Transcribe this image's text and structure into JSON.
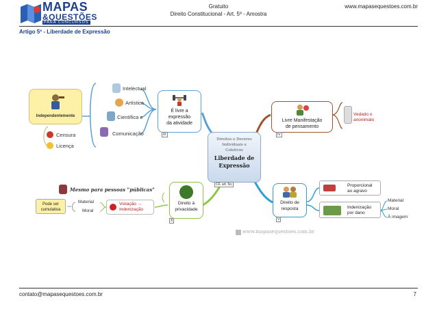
{
  "header": {
    "logo_main": "MAPAS",
    "logo_second": "&QUESTÕES",
    "logo_tagline": "PARA CONCURSOS",
    "badge": "Gratuito",
    "subtitle": "Direito Constitucional - Art. 5º - Amostra",
    "website": "www.mapasequestoes.com.br"
  },
  "section_title": "Artigo 5º - Liberdade de Expressão",
  "center": {
    "line1": "Direitos e Deveres",
    "line2": "Individuais e",
    "line3": "Coletivos",
    "title1": "Liberdade de",
    "title2": "Expressão",
    "tag": "CF, art. 5o."
  },
  "independente": {
    "label": "Independentemente",
    "censura": "Censura",
    "licenca": "Licença"
  },
  "livre": {
    "line1": "É livre a",
    "line2": "expressão",
    "line3": "da atividade",
    "tag": "IX",
    "items": [
      "Intelectual",
      "Artística",
      "Científica e",
      "Comunicação"
    ]
  },
  "manifestacao": {
    "line1": "Livre Manifestação",
    "line2": "de pensamento",
    "tag": "IV",
    "note1": "Vedado o",
    "note2": "anonimato"
  },
  "privacidade": {
    "line1": "Direito à",
    "line2": "privacidade",
    "tag": "X",
    "mesmo": "Mesmo para pessoas \"públicas\"",
    "violacao1": "Violação →",
    "violacao2": "Indenização",
    "material": "Material",
    "moral": "Moral",
    "cumulativa1": "Pode ser",
    "cumulativa2": "cumulativa"
  },
  "resposta": {
    "line1": "Direito de",
    "line2": "resposta",
    "tag": "V",
    "proporcional1": "Proporcional",
    "proporcional2": "ao agravo",
    "indenizacao1": "Indenização",
    "indenizacao2": "por dano",
    "danos": [
      "Material",
      "Moral",
      "À imagem"
    ]
  },
  "watermark": "www.mapasequestoes.com.br",
  "footer": {
    "email": "contato@mapasequestoes.com.br",
    "page": "7"
  }
}
